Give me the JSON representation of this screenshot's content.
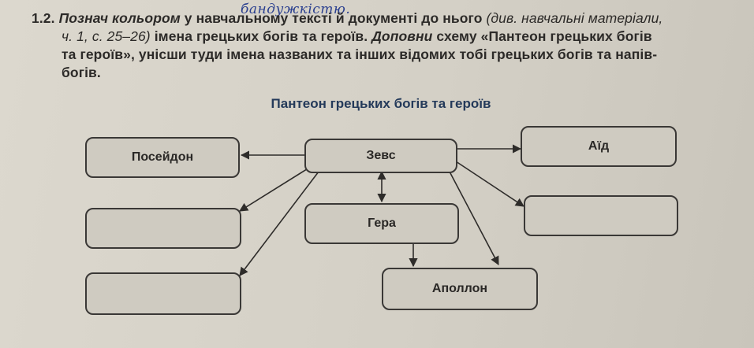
{
  "handwritten_note": "бандужкістю.",
  "task": {
    "number": "1.2.",
    "line1_italic_bold": "Познач кольором",
    "line1_bold": "у навчальному тексті й документі до нього",
    "line1_italic": "(див. навчальні матеріали,",
    "line2_italic": "ч. 1, с. 25–26)",
    "line2_bold": "імена грецьких богів та героїв.",
    "line2_italic_bold": "Доповни",
    "line2_bold_end": "схему «Пантеон грецьких богів",
    "line3": "та героїв», унісши туди імена названих та інших відомих тобі грецьких богів та напів-",
    "line4": "богів."
  },
  "schema": {
    "title": "Пантеон грецьких богів та героїв",
    "nodes": {
      "zeus": "Зевс",
      "poseidon": "Посейдон",
      "hades": "Аїд",
      "hera": "Гера",
      "apollo": "Аполлон",
      "empty_left_middle": "",
      "empty_left_bottom": "",
      "empty_right_middle": ""
    }
  },
  "colors": {
    "ink": "#2c2a28",
    "title_blue": "#243a5a",
    "handwriting_blue": "#2a3f8f",
    "box_border": "#3a3836"
  }
}
